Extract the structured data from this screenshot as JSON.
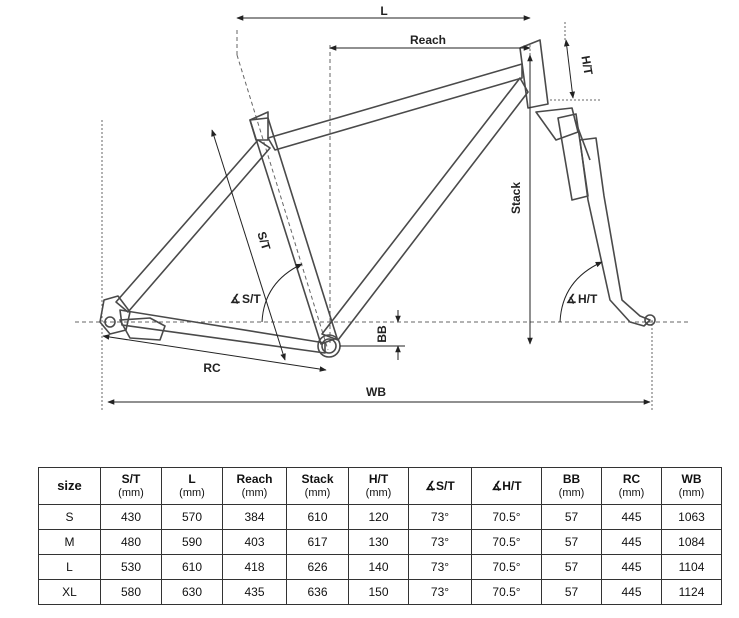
{
  "diagram": {
    "labels": {
      "L": "L",
      "reach": "Reach",
      "ht": "H/T",
      "stack": "Stack",
      "st": "S/T",
      "st_angle": "S/T",
      "ht_angle": "H/T",
      "rc": "RC",
      "bb": "BB",
      "wb": "WB"
    }
  },
  "table": {
    "columns": [
      {
        "label": "size",
        "unit": ""
      },
      {
        "label": "S/T",
        "unit": "(mm)"
      },
      {
        "label": "L",
        "unit": "(mm)"
      },
      {
        "label": "Reach",
        "unit": "(mm)"
      },
      {
        "label": "Stack",
        "unit": "(mm)"
      },
      {
        "label": "H/T",
        "unit": "(mm)"
      },
      {
        "label": "S/T",
        "unit": "",
        "angle": true
      },
      {
        "label": "H/T",
        "unit": "",
        "angle": true
      },
      {
        "label": "BB",
        "unit": "(mm)"
      },
      {
        "label": "RC",
        "unit": "(mm)"
      },
      {
        "label": "WB",
        "unit": "(mm)"
      }
    ],
    "rows": [
      [
        "S",
        "430",
        "570",
        "384",
        "610",
        "120",
        "73°",
        "70.5°",
        "57",
        "445",
        "1063"
      ],
      [
        "M",
        "480",
        "590",
        "403",
        "617",
        "130",
        "73°",
        "70.5°",
        "57",
        "445",
        "1084"
      ],
      [
        "L",
        "530",
        "610",
        "418",
        "626",
        "140",
        "73°",
        "70.5°",
        "57",
        "445",
        "1104"
      ],
      [
        "XL",
        "580",
        "630",
        "435",
        "636",
        "150",
        "73°",
        "70.5°",
        "57",
        "445",
        "1124"
      ]
    ]
  }
}
